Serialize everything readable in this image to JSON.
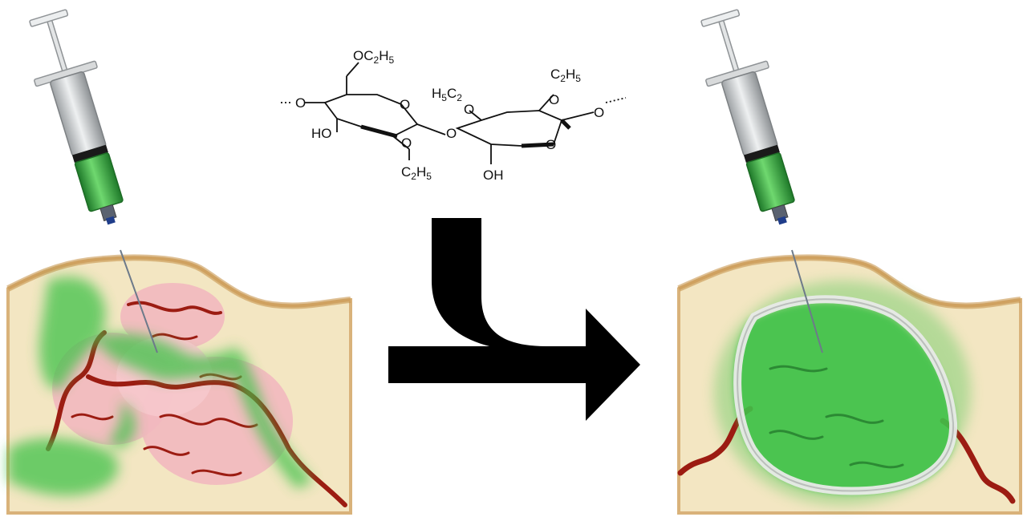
{
  "figure": {
    "chemical_structure": {
      "labels": {
        "top_left_group": [
          "O",
          "C",
          "2",
          "H",
          "5"
        ],
        "left_linker_o": "O",
        "left_ho": "HO",
        "ring1_o": "O",
        "bottom_left_group": [
          "O",
          "C",
          "2",
          "H",
          "5"
        ],
        "glycosidic_o": "O",
        "middle_group": [
          "H",
          "5",
          "C",
          "2"
        ],
        "middle_o": "O",
        "top_right_group": [
          "C",
          "2",
          "H",
          "5"
        ],
        "top_right_o": "O",
        "ring2_o": "O",
        "right_linker_o": "O",
        "bottom_right_oh": "OH"
      }
    },
    "colors": {
      "skin": "#f3e6c2",
      "skin_edge": "#d9b27a",
      "tumor": "#f2b8bf",
      "vessel": "#9c1c12",
      "gel_green": "#41c24a",
      "syringe_green": "#3fae45",
      "syringe_body": "#c9ccce",
      "plug_white": "#e8eae8",
      "arrow": "#000000"
    }
  }
}
